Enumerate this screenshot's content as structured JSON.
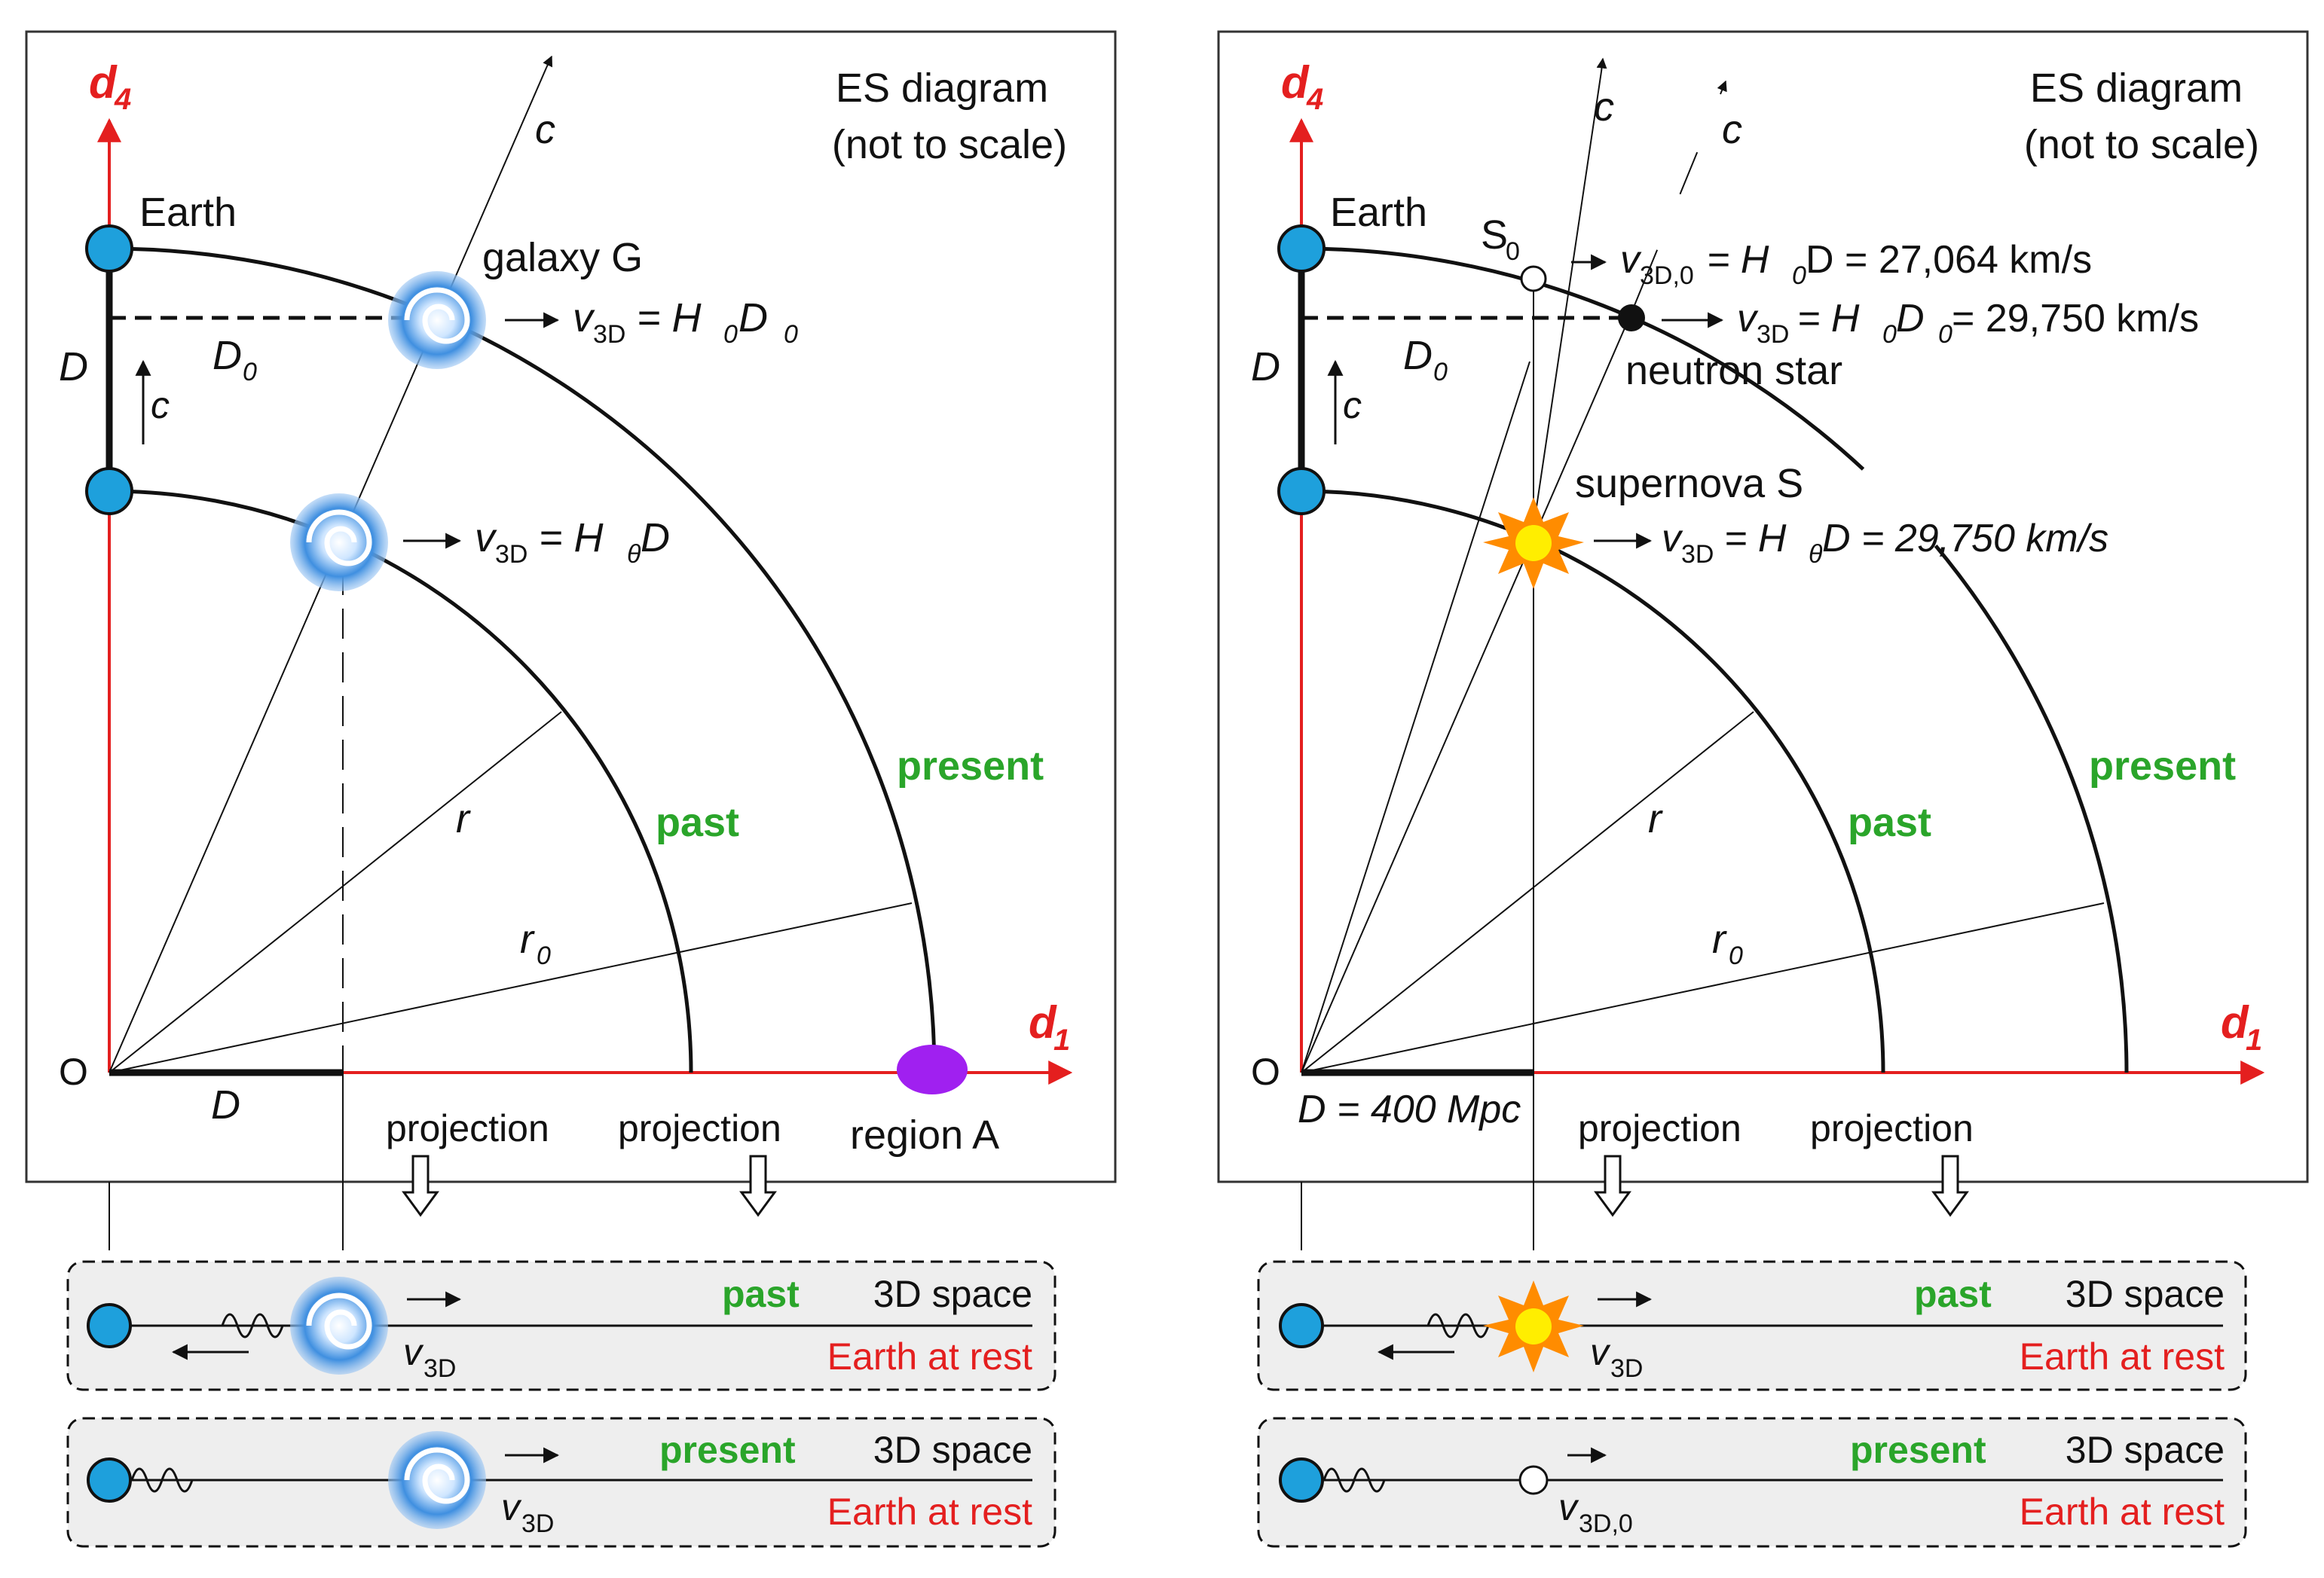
{
  "panels": [
    {
      "corner_title_line1": "ES diagram",
      "corner_title_line2": "(not to scale)",
      "axis_vertical": "d",
      "axis_vertical_sub": "4",
      "axis_horizontal": "d",
      "axis_horizontal_sub": "1",
      "origin": "O",
      "earth": "Earth",
      "c": "c",
      "D": "D",
      "D0": "D",
      "D0_sub": "0",
      "r": "r",
      "r0": "r",
      "r0_sub": "0",
      "past": "past",
      "present": "present",
      "projection": "projection",
      "bottom_D": "D",
      "top_object": "galaxy G",
      "top_eq": "v",
      "top_eq_sub": "3D",
      "top_eq_rest": " = H",
      "top_eq_rest_sub": "0",
      "top_eq_tail": " D",
      "top_eq_tail_sub": "0",
      "mid_eq": "v",
      "mid_eq_sub": "3D",
      "mid_eq_rest": " = H",
      "mid_eq_rest_sub": "θ",
      "mid_eq_tail": " D",
      "region_label": "region A"
    },
    {
      "corner_title_line1": "ES diagram",
      "corner_title_line2": "(not to scale)",
      "axis_vertical": "d",
      "axis_vertical_sub": "4",
      "axis_horizontal": "d",
      "axis_horizontal_sub": "1",
      "origin": "O",
      "earth": "Earth",
      "c": "c",
      "D": "D",
      "D0": "D",
      "D0_sub": "0",
      "r": "r",
      "r0": "r",
      "r0_sub": "0",
      "past": "past",
      "present": "present",
      "projection": "projection",
      "bottom_D": "D = 400 Mpc",
      "S0": "S",
      "S0_sub": "0",
      "s0_eq": "v",
      "s0_eq_sub": "3D,0",
      "s0_eq_rest": " = H",
      "s0_eq_rest_sub": "0",
      "s0_eq_tail": " D = 27,064 km/s",
      "ns_eq": "v",
      "ns_eq_sub": "3D",
      "ns_eq_rest": " = H",
      "ns_eq_rest_sub": "0",
      "ns_eq_tail": " D",
      "ns_eq_tail_sub": "0",
      "ns_eq_end": " = 29,750 km/s",
      "neutron_star": "neutron star",
      "supernova": "supernova S",
      "sn_eq": "v",
      "sn_eq_sub": "3D",
      "sn_eq_rest": " = H",
      "sn_eq_rest_sub": "θ",
      "sn_eq_tail": " D = 29,750 km/s"
    }
  ],
  "strips": [
    {
      "phase": "past",
      "space": "3D space",
      "frame": "Earth at rest",
      "vel": "v",
      "vel_sub": "3D"
    },
    {
      "phase": "present",
      "space": "3D space",
      "frame": "Earth at rest",
      "vel": "v",
      "vel_sub": "3D"
    },
    {
      "phase": "past",
      "space": "3D space",
      "frame": "Earth at rest",
      "vel": "v",
      "vel_sub": "3D"
    },
    {
      "phase": "present",
      "space": "3D space",
      "frame": "Earth at rest",
      "vel": "v",
      "vel_sub": "3D,0"
    }
  ],
  "colors": {
    "axis": "#e41f1f",
    "green": "#2aa52a",
    "earth_fill": "#1ea0dc",
    "region": "#a020f0",
    "galaxy": "#3f8fe0",
    "supernova_outer": "#ff8c00",
    "supernova_inner": "#ffee00",
    "strip_bg": "#eeeeee"
  }
}
